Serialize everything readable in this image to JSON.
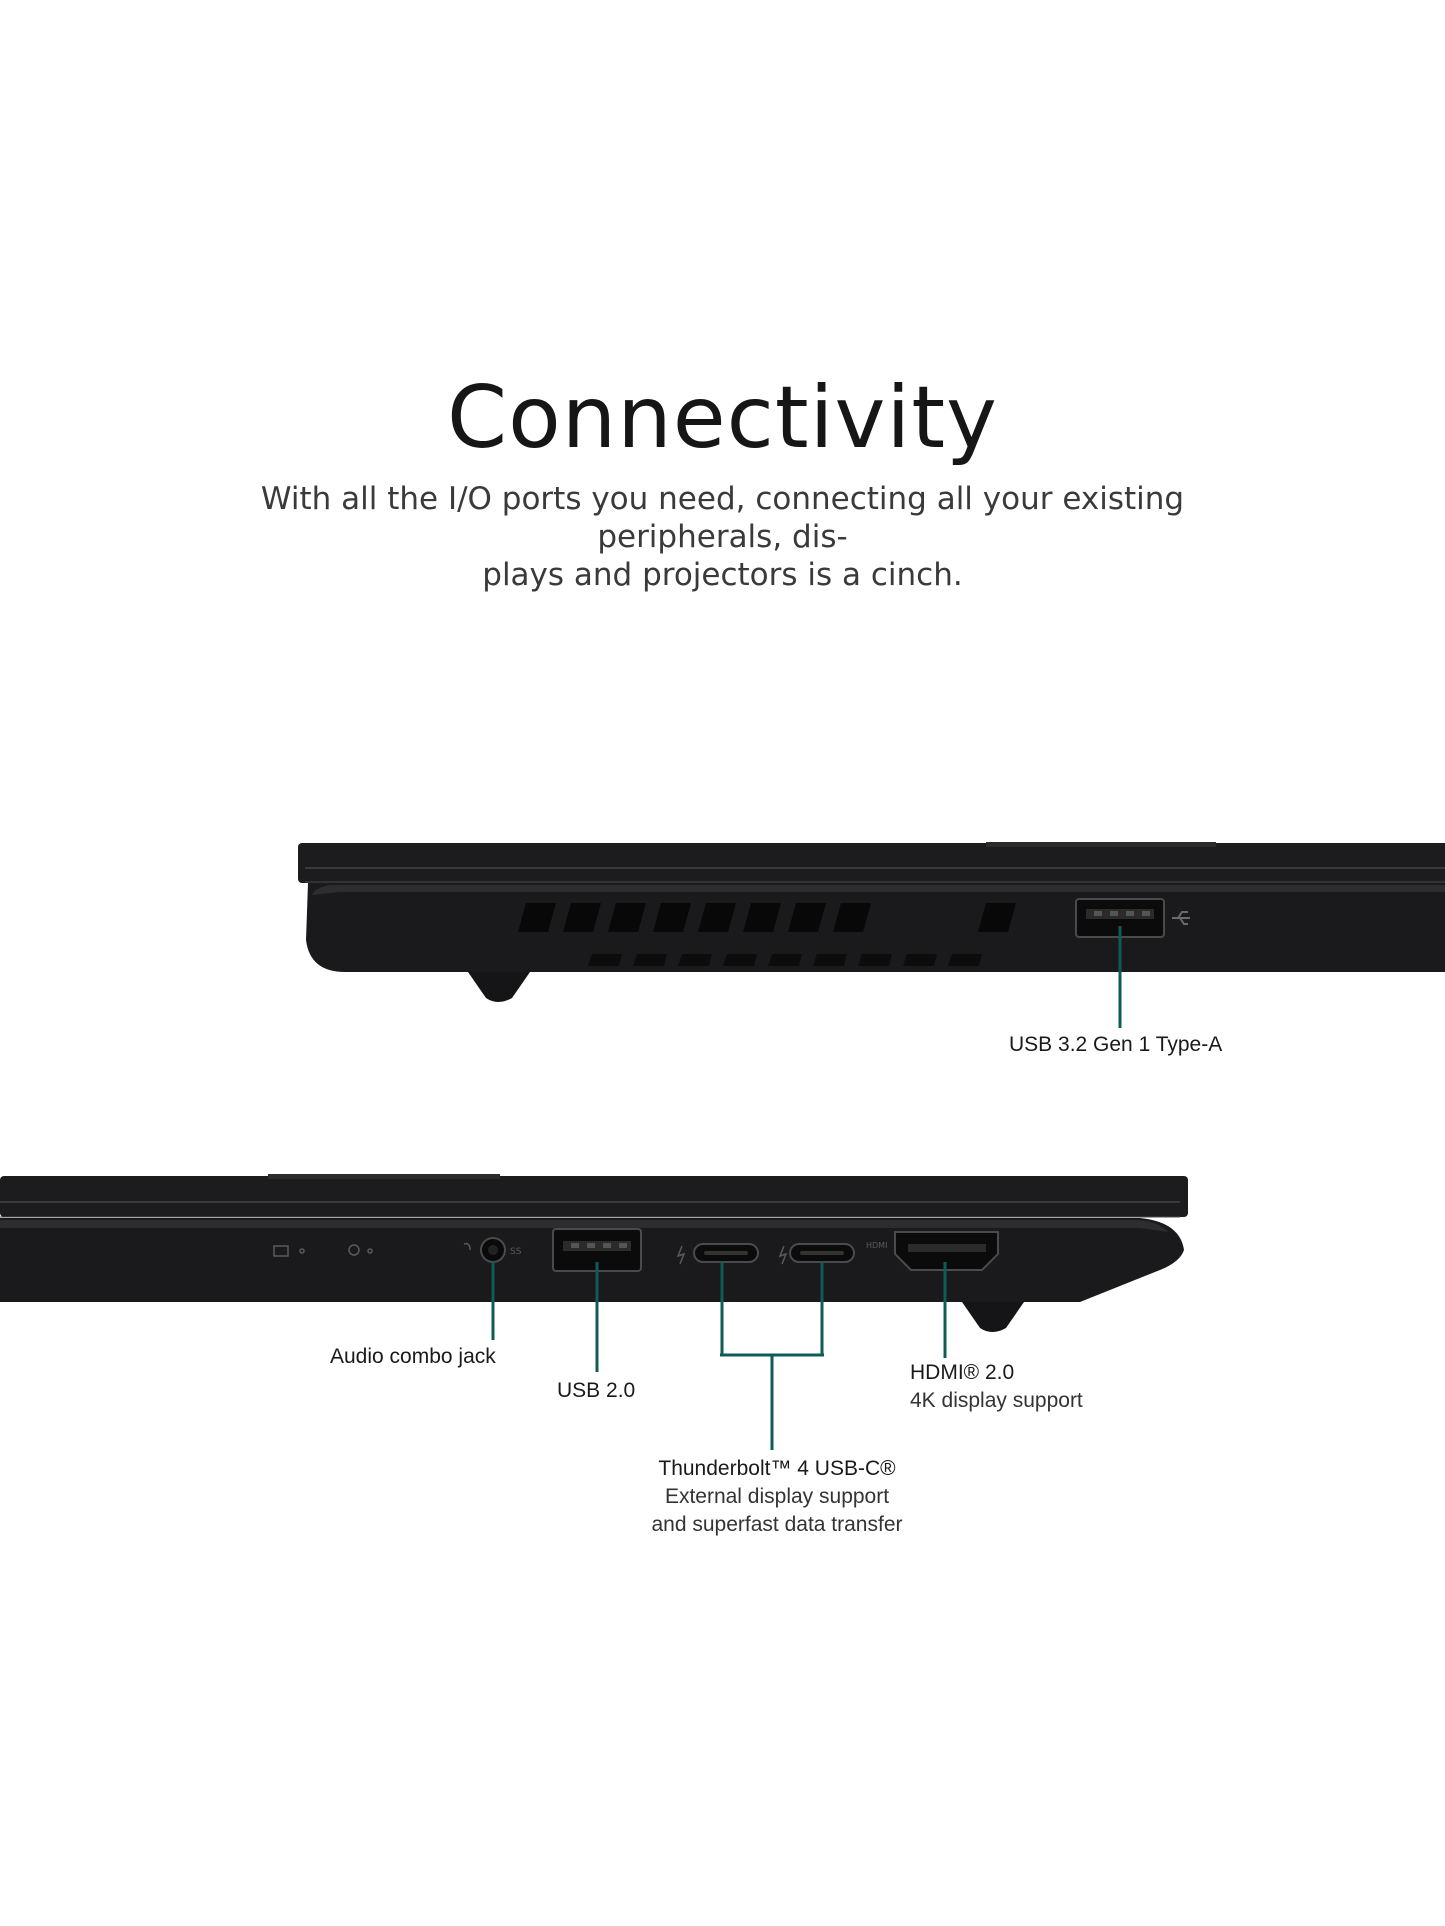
{
  "heading": "Connectivity",
  "subheading": {
    "line1": "With all the I/O ports you need, connecting all your existing peripherals, dis-",
    "line2": "plays and projectors is a cinch."
  },
  "right_side": {
    "ports": [
      {
        "name": "USB 3.2 Gen 1 Type-A"
      }
    ]
  },
  "left_side": {
    "ports": [
      {
        "name": "Audio combo jack"
      },
      {
        "name": "USB 2.0"
      },
      {
        "name": "Thunderbolt™ 4 USB-C®",
        "desc1": "External display support",
        "desc2": "and superfast data transfer"
      },
      {
        "name": "HDMI® 2.0",
        "desc1": "4K display support"
      }
    ],
    "hdmi_port_marking": "HDMI"
  },
  "colors": {
    "callout_line": "#0f5c57",
    "laptop_body": "#1b1b1d",
    "laptop_edge": "#2a2a2d",
    "background": "#ffffff"
  }
}
